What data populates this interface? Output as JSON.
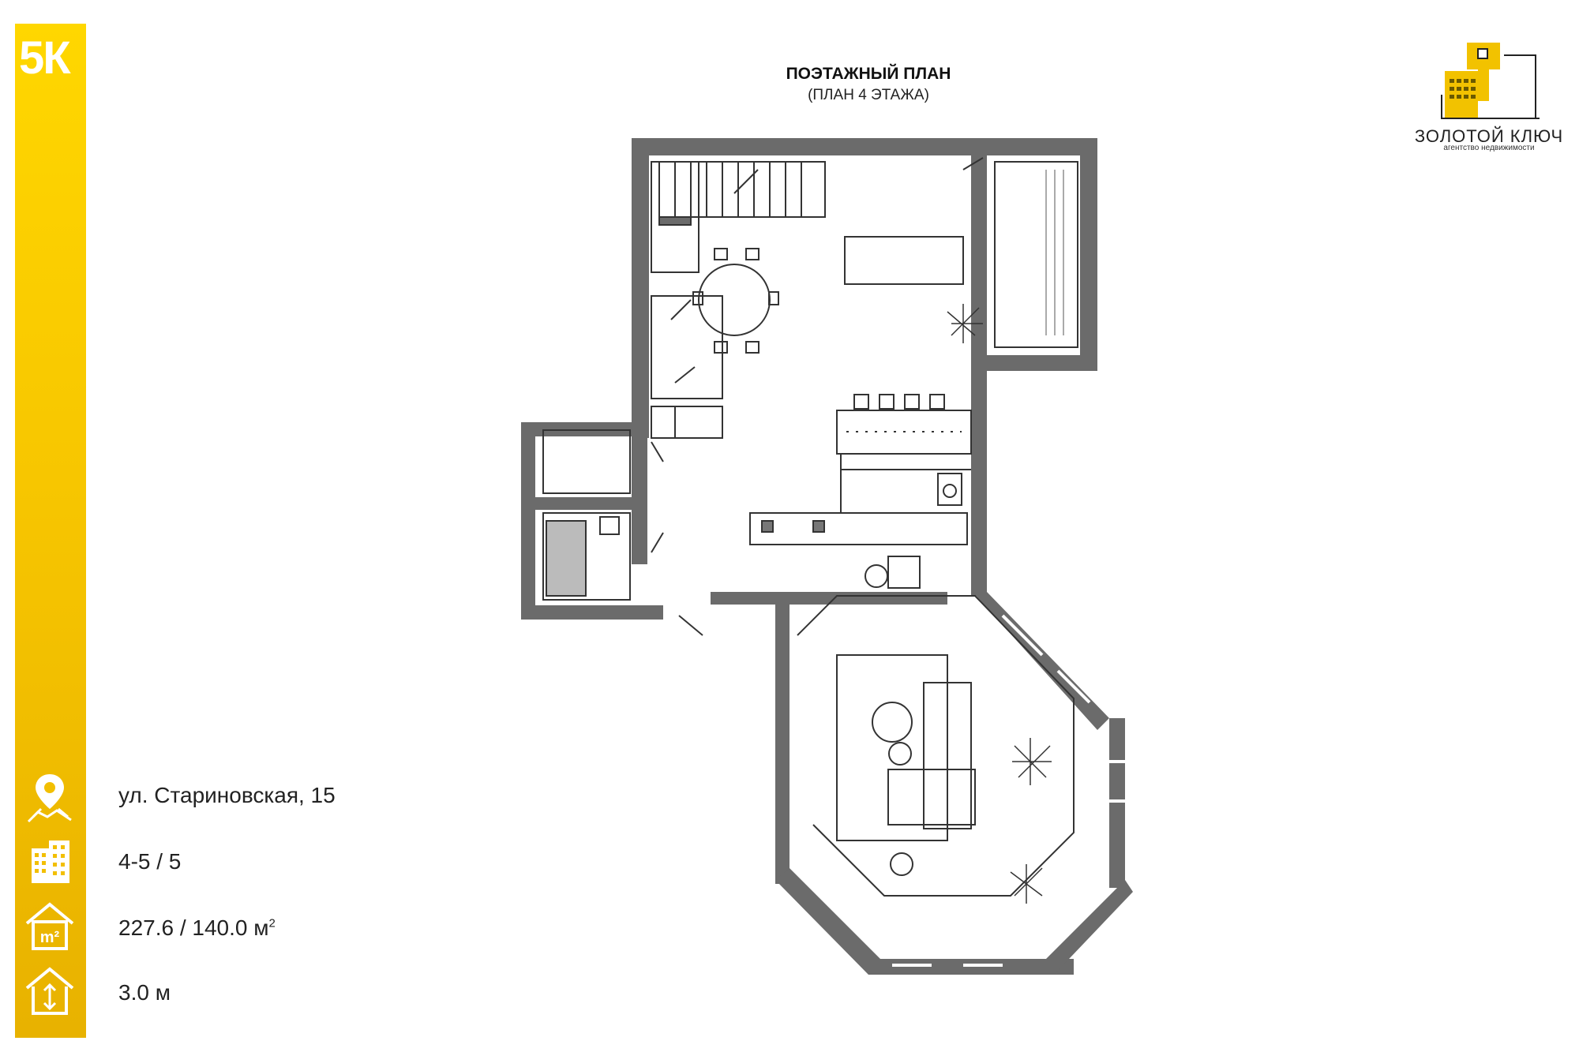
{
  "listing": {
    "rooms": "5К",
    "address": "ул. Стариновская, 15",
    "floor": "4-5 / 5",
    "area": "227.6 / 140.0 м",
    "area_sup": "2",
    "ceiling": "3.0 м"
  },
  "plan": {
    "title": "ПОЭТАЖНЫЙ ПЛАН",
    "subtitle": "(ПЛАН 4 ЭТАЖА)"
  },
  "logo": {
    "name": "ЗОЛОТОЙ КЛЮЧ",
    "tagline": "агентство недвижимости"
  },
  "icons": {
    "address": "location-pin-icon",
    "floor": "building-icon",
    "area": "house-area-icon",
    "ceiling": "ceiling-height-icon"
  },
  "colors": {
    "accent": "#f7c600",
    "wall": "#6b6b6b",
    "furniture": "#333333"
  }
}
